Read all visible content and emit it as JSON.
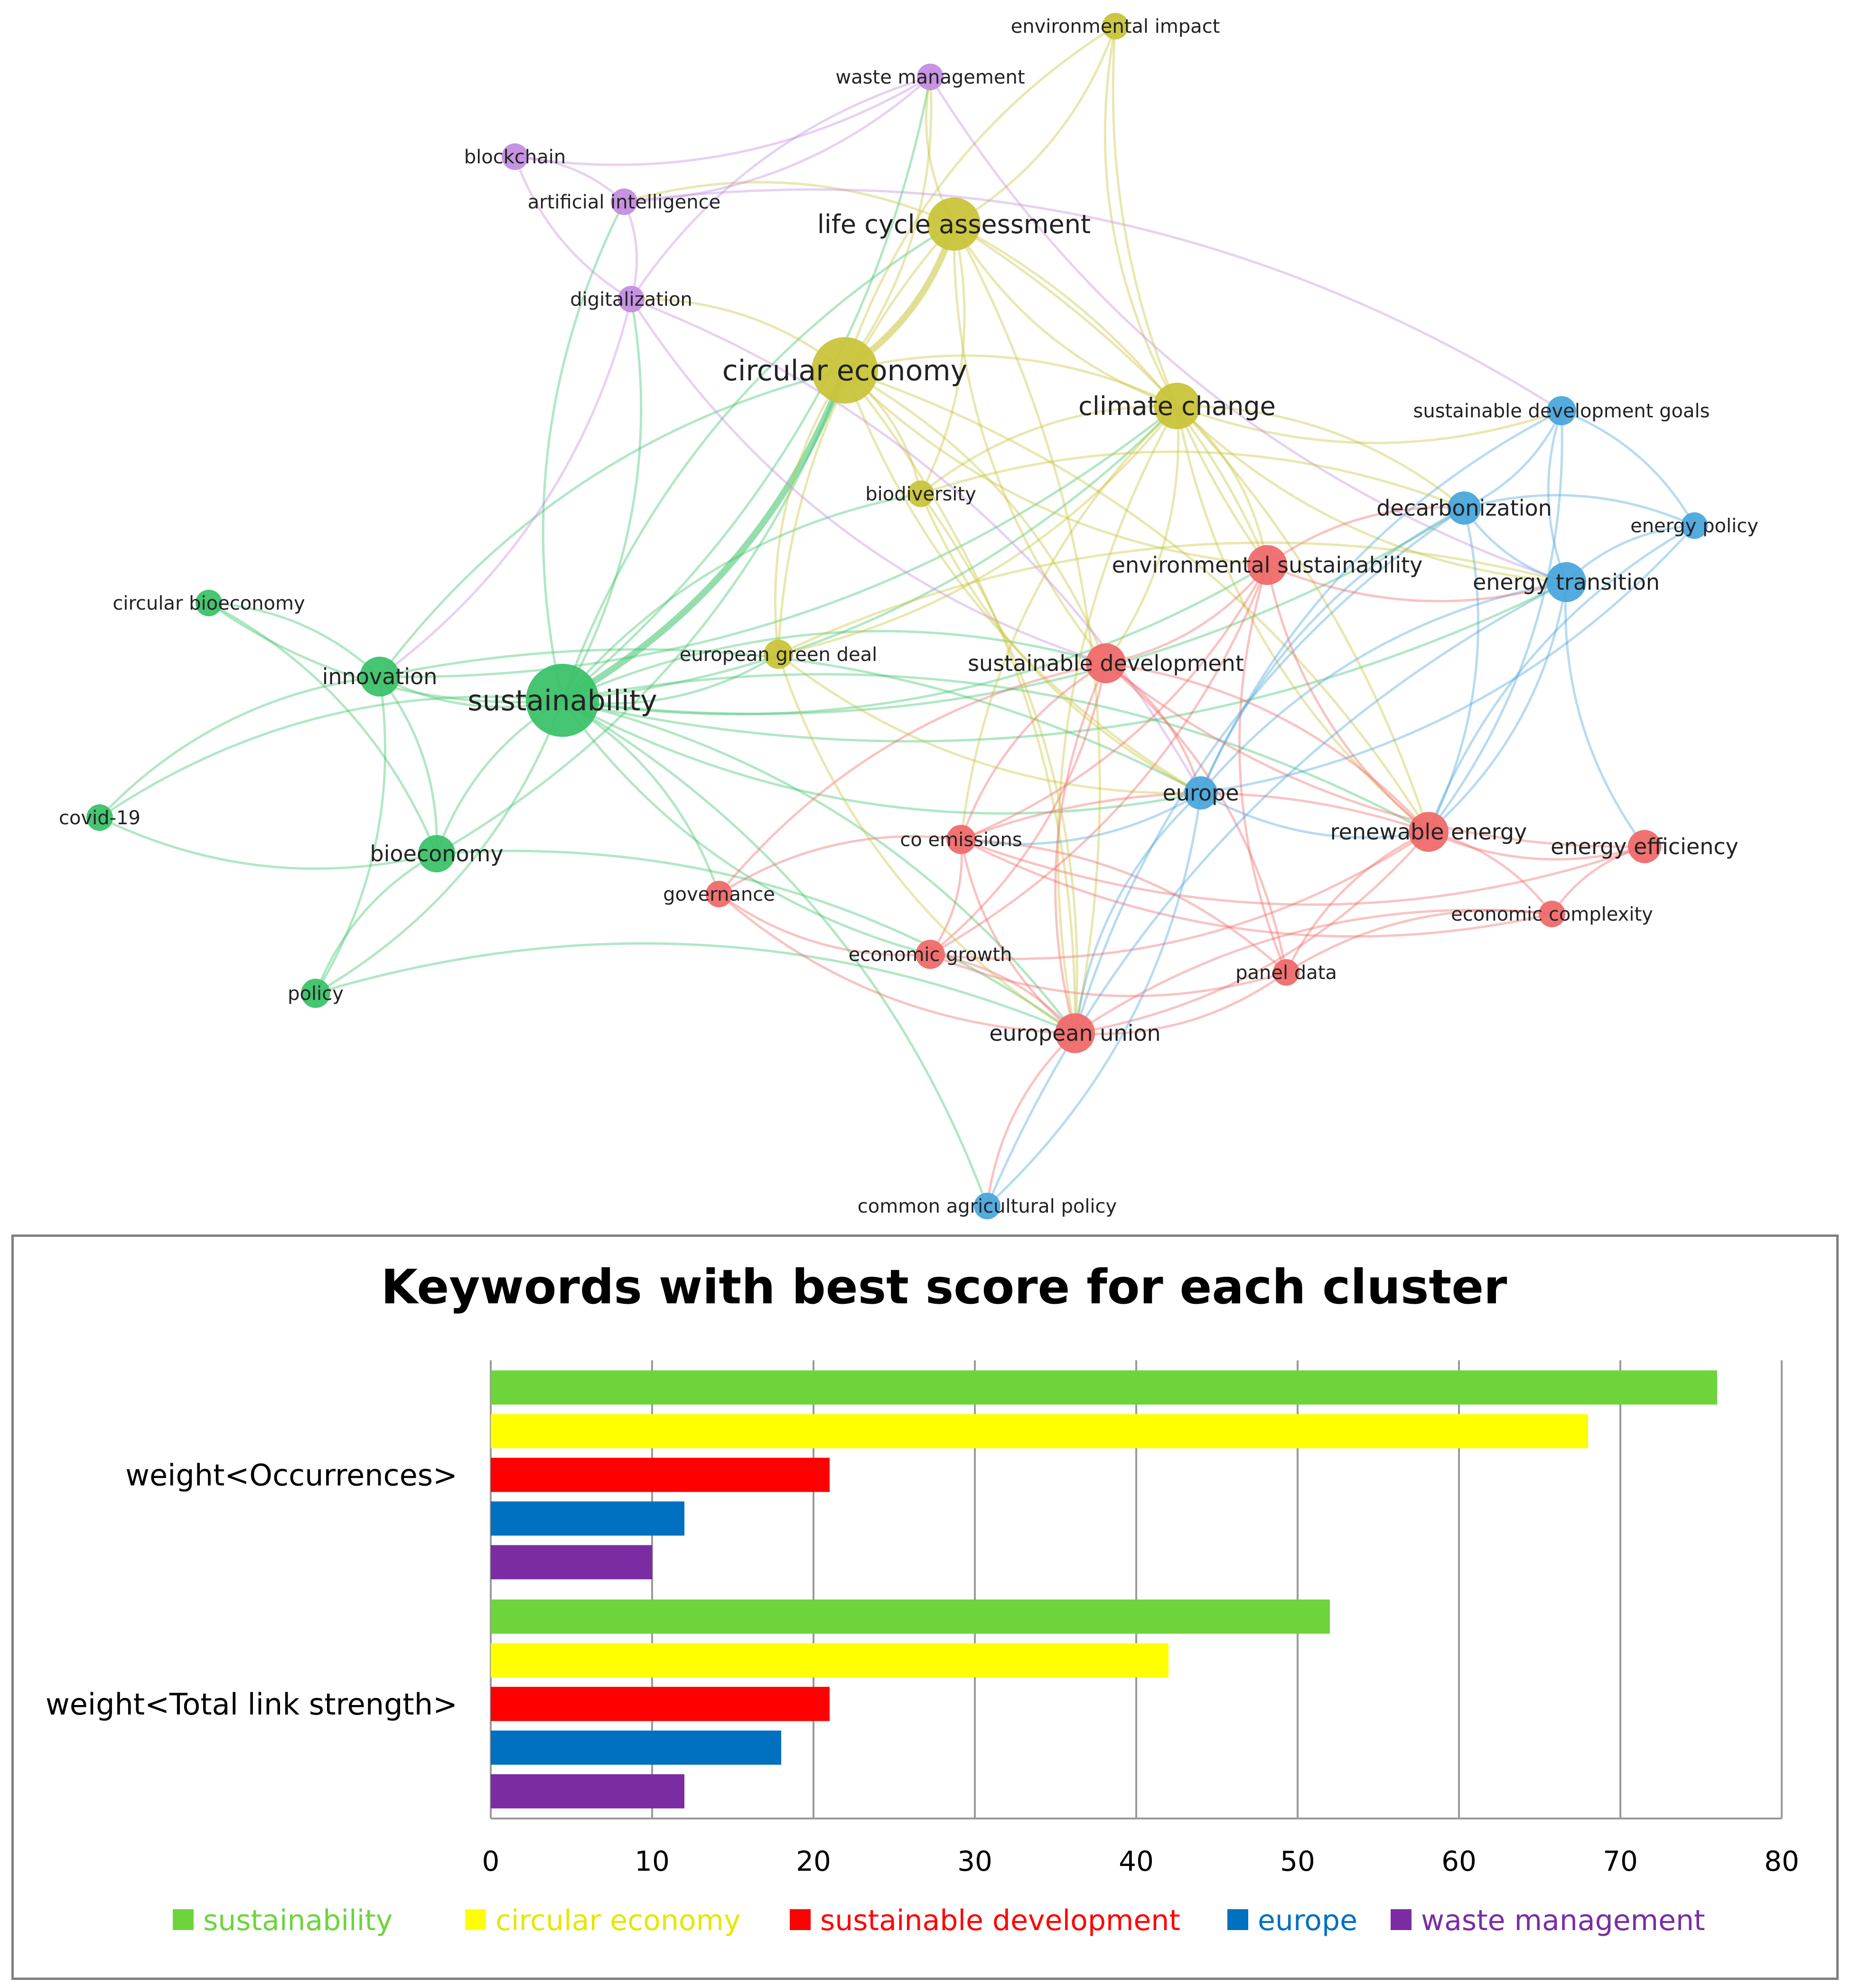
{
  "network": {
    "clusters": {
      "green": "#3cc26a",
      "yellow": "#c9c43a",
      "red": "#f06a6a",
      "blue": "#4aa6dc",
      "purple": "#c48de0"
    },
    "nodes": [
      {
        "id": "environmental impact",
        "cluster": "yellow",
        "w": 1
      },
      {
        "id": "waste management",
        "cluster": "purple",
        "w": 1
      },
      {
        "id": "blockchain",
        "cluster": "purple",
        "w": 1
      },
      {
        "id": "artificial intelligence",
        "cluster": "purple",
        "w": 1
      },
      {
        "id": "life cycle assessment",
        "cluster": "yellow",
        "w": 3
      },
      {
        "id": "digitalization",
        "cluster": "purple",
        "w": 1
      },
      {
        "id": "circular economy",
        "cluster": "yellow",
        "w": 4
      },
      {
        "id": "climate change",
        "cluster": "yellow",
        "w": 2.5
      },
      {
        "id": "sustainable development goals",
        "cluster": "blue",
        "w": 1.2
      },
      {
        "id": "biodiversity",
        "cluster": "yellow",
        "w": 1
      },
      {
        "id": "decarbonization",
        "cluster": "blue",
        "w": 1.5
      },
      {
        "id": "energy policy",
        "cluster": "blue",
        "w": 1
      },
      {
        "id": "environmental sustainability",
        "cluster": "red",
        "w": 2
      },
      {
        "id": "energy transition",
        "cluster": "blue",
        "w": 2
      },
      {
        "id": "circular bioeconomy",
        "cluster": "green",
        "w": 1
      },
      {
        "id": "european green deal",
        "cluster": "yellow",
        "w": 1.2
      },
      {
        "id": "sustainable development",
        "cluster": "red",
        "w": 2
      },
      {
        "id": "innovation",
        "cluster": "green",
        "w": 2
      },
      {
        "id": "sustainability",
        "cluster": "green",
        "w": 4.5
      },
      {
        "id": "europe",
        "cluster": "blue",
        "w": 1.5
      },
      {
        "id": "covid-19",
        "cluster": "green",
        "w": 1
      },
      {
        "id": "co emissions",
        "cluster": "red",
        "w": 1.2
      },
      {
        "id": "renewable energy",
        "cluster": "red",
        "w": 2
      },
      {
        "id": "energy efficiency",
        "cluster": "red",
        "w": 1.5
      },
      {
        "id": "bioeconomy",
        "cluster": "green",
        "w": 1.8
      },
      {
        "id": "governance",
        "cluster": "red",
        "w": 1
      },
      {
        "id": "economic complexity",
        "cluster": "red",
        "w": 1
      },
      {
        "id": "economic growth",
        "cluster": "red",
        "w": 1.2
      },
      {
        "id": "panel data",
        "cluster": "red",
        "w": 1
      },
      {
        "id": "policy",
        "cluster": "green",
        "w": 1.2
      },
      {
        "id": "european union",
        "cluster": "red",
        "w": 2
      },
      {
        "id": "common agricultural policy",
        "cluster": "blue",
        "w": 1
      }
    ],
    "links": [
      [
        "sustainability",
        "circular economy"
      ],
      [
        "sustainability",
        "life cycle assessment"
      ],
      [
        "sustainability",
        "climate change"
      ],
      [
        "sustainability",
        "innovation"
      ],
      [
        "sustainability",
        "bioeconomy"
      ],
      [
        "sustainability",
        "policy"
      ],
      [
        "sustainability",
        "covid-19"
      ],
      [
        "sustainability",
        "circular bioeconomy"
      ],
      [
        "sustainability",
        "european green deal"
      ],
      [
        "sustainability",
        "sustainable development"
      ],
      [
        "sustainability",
        "europe"
      ],
      [
        "sustainability",
        "european union"
      ],
      [
        "sustainability",
        "digitalization"
      ],
      [
        "sustainability",
        "biodiversity"
      ],
      [
        "sustainability",
        "energy transition"
      ],
      [
        "sustainability",
        "renewable energy"
      ],
      [
        "sustainability",
        "environmental sustainability"
      ],
      [
        "sustainability",
        "common agricultural policy"
      ],
      [
        "sustainability",
        "economic growth"
      ],
      [
        "sustainability",
        "governance"
      ],
      [
        "sustainability",
        "waste management"
      ],
      [
        "sustainability",
        "artificial intelligence"
      ],
      [
        "sustainability",
        "decarbonization"
      ],
      [
        "innovation",
        "bioeconomy"
      ],
      [
        "innovation",
        "covid-19"
      ],
      [
        "innovation",
        "policy"
      ],
      [
        "innovation",
        "circular bioeconomy"
      ],
      [
        "innovation",
        "circular economy"
      ],
      [
        "innovation",
        "climate change"
      ],
      [
        "innovation",
        "europe"
      ],
      [
        "bioeconomy",
        "policy"
      ],
      [
        "bioeconomy",
        "covid-19"
      ],
      [
        "bioeconomy",
        "circular economy"
      ],
      [
        "bioeconomy",
        "european union"
      ],
      [
        "bioeconomy",
        "circular bioeconomy"
      ],
      [
        "policy",
        "european union"
      ],
      [
        "circular economy",
        "life cycle assessment"
      ],
      [
        "circular economy",
        "climate change"
      ],
      [
        "circular economy",
        "waste management"
      ],
      [
        "circular economy",
        "environmental impact"
      ],
      [
        "circular economy",
        "digitalization"
      ],
      [
        "circular economy",
        "biodiversity"
      ],
      [
        "circular economy",
        "european green deal"
      ],
      [
        "circular economy",
        "sustainable development"
      ],
      [
        "circular economy",
        "environmental sustainability"
      ],
      [
        "circular economy",
        "renewable energy"
      ],
      [
        "circular economy",
        "europe"
      ],
      [
        "circular economy",
        "european union"
      ],
      [
        "life cycle assessment",
        "environmental impact"
      ],
      [
        "life cycle assessment",
        "waste management"
      ],
      [
        "life cycle assessment",
        "climate change"
      ],
      [
        "life cycle assessment",
        "biodiversity"
      ],
      [
        "life cycle assessment",
        "european green deal"
      ],
      [
        "life cycle assessment",
        "environmental sustainability"
      ],
      [
        "life cycle assessment",
        "sustainable development"
      ],
      [
        "life cycle assessment",
        "renewable energy"
      ],
      [
        "life cycle assessment",
        "artificial intelligence"
      ],
      [
        "life cycle assessment",
        "european union"
      ],
      [
        "climate change",
        "biodiversity"
      ],
      [
        "climate change",
        "european green deal"
      ],
      [
        "climate change",
        "sustainable development goals"
      ],
      [
        "climate change",
        "decarbonization"
      ],
      [
        "climate change",
        "energy transition"
      ],
      [
        "climate change",
        "environmental sustainability"
      ],
      [
        "climate change",
        "renewable energy"
      ],
      [
        "climate change",
        "sustainable development"
      ],
      [
        "climate change",
        "co emissions"
      ],
      [
        "climate change",
        "environmental impact"
      ],
      [
        "climate change",
        "european union"
      ],
      [
        "waste management",
        "artificial intelligence"
      ],
      [
        "waste management",
        "digitalization"
      ],
      [
        "waste management",
        "blockchain"
      ],
      [
        "waste management",
        "energy transition"
      ],
      [
        "artificial intelligence",
        "digitalization"
      ],
      [
        "artificial intelligence",
        "blockchain"
      ],
      [
        "artificial intelligence",
        "sustainable development goals"
      ],
      [
        "blockchain",
        "digitalization"
      ],
      [
        "digitalization",
        "europe"
      ],
      [
        "digitalization",
        "sustainable development"
      ],
      [
        "digitalization",
        "innovation"
      ],
      [
        "environmental impact",
        "environmental sustainability"
      ],
      [
        "sustainable development goals",
        "decarbonization"
      ],
      [
        "sustainable development goals",
        "energy transition"
      ],
      [
        "sustainable development goals",
        "energy policy"
      ],
      [
        "sustainable development goals",
        "europe"
      ],
      [
        "sustainable development goals",
        "renewable energy"
      ],
      [
        "decarbonization",
        "energy transition"
      ],
      [
        "decarbonization",
        "energy policy"
      ],
      [
        "decarbonization",
        "europe"
      ],
      [
        "decarbonization",
        "renewable energy"
      ],
      [
        "decarbonization",
        "european union"
      ],
      [
        "energy transition",
        "energy policy"
      ],
      [
        "energy transition",
        "europe"
      ],
      [
        "energy transition",
        "renewable energy"
      ],
      [
        "energy policy",
        "renewable energy"
      ],
      [
        "energy policy",
        "europe"
      ],
      [
        "energy transition",
        "energy efficiency"
      ],
      [
        "environmental sustainability",
        "sustainable development"
      ],
      [
        "environmental sustainability",
        "renewable energy"
      ],
      [
        "environmental sustainability",
        "co emissions"
      ],
      [
        "environmental sustainability",
        "panel data"
      ],
      [
        "environmental sustainability",
        "economic growth"
      ],
      [
        "environmental sustainability",
        "energy transition"
      ],
      [
        "environmental sustainability",
        "decarbonization"
      ],
      [
        "sustainable development",
        "co emissions"
      ],
      [
        "sustainable development",
        "renewable energy"
      ],
      [
        "sustainable development",
        "european union"
      ],
      [
        "sustainable development",
        "economic growth"
      ],
      [
        "sustainable development",
        "governance"
      ],
      [
        "sustainable development",
        "europe"
      ],
      [
        "sustainable development",
        "energy efficiency"
      ],
      [
        "sustainable development",
        "panel data"
      ],
      [
        "renewable energy",
        "energy efficiency"
      ],
      [
        "renewable energy",
        "economic complexity"
      ],
      [
        "renewable energy",
        "co emissions"
      ],
      [
        "renewable energy",
        "economic growth"
      ],
      [
        "renewable energy",
        "panel data"
      ],
      [
        "renewable energy",
        "european union"
      ],
      [
        "energy efficiency",
        "economic complexity"
      ],
      [
        "energy efficiency",
        "co emissions"
      ],
      [
        "economic complexity",
        "panel data"
      ],
      [
        "economic complexity",
        "co emissions"
      ],
      [
        "economic complexity",
        "european union"
      ],
      [
        "co emissions",
        "economic growth"
      ],
      [
        "co emissions",
        "european union"
      ],
      [
        "co emissions",
        "panel data"
      ],
      [
        "co emissions",
        "governance"
      ],
      [
        "economic growth",
        "european union"
      ],
      [
        "economic growth",
        "panel data"
      ],
      [
        "economic growth",
        "governance"
      ],
      [
        "governance",
        "european union"
      ],
      [
        "panel data",
        "european union"
      ],
      [
        "europe",
        "european union"
      ],
      [
        "europe",
        "common agricultural policy"
      ],
      [
        "europe",
        "renewable energy"
      ],
      [
        "europe",
        "co emissions"
      ],
      [
        "european union",
        "common agricultural policy"
      ],
      [
        "common agricultural policy",
        "energy transition"
      ],
      [
        "european green deal",
        "european union"
      ],
      [
        "european green deal",
        "energy transition"
      ],
      [
        "european green deal",
        "europe"
      ],
      [
        "biodiversity",
        "european union"
      ],
      [
        "biodiversity",
        "europe"
      ],
      [
        "biodiversity",
        "decarbonization"
      ]
    ]
  },
  "chart_data": {
    "type": "bar",
    "orientation": "horizontal",
    "title": "Keywords with best score for each cluster",
    "categories": [
      "weight<Occurrences>",
      "weight<Total link strength>"
    ],
    "series": [
      {
        "name": "sustainability",
        "color": "#6dd43c",
        "values": [
          76,
          52
        ]
      },
      {
        "name": "circular economy",
        "color": "#ffff00",
        "values": [
          68,
          42
        ]
      },
      {
        "name": "sustainable development",
        "color": "#ff0000",
        "values": [
          21,
          21
        ]
      },
      {
        "name": "europe",
        "color": "#0070c0",
        "values": [
          12,
          18
        ]
      },
      {
        "name": "waste management",
        "color": "#7b2ca3",
        "values": [
          10,
          12
        ]
      }
    ],
    "xlim": [
      0,
      80
    ],
    "xticks": [
      0,
      10,
      20,
      30,
      40,
      50,
      60,
      70,
      80
    ],
    "grid": true,
    "legend": "bottom"
  }
}
